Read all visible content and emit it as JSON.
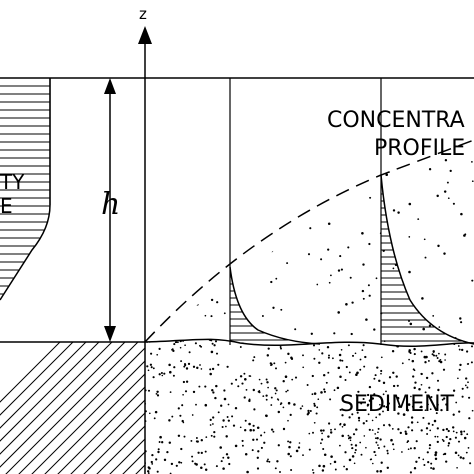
{
  "labels": {
    "z_axis": "z",
    "depth": "h",
    "velocity_line1": "TY",
    "velocity_line2": "E",
    "concentration_line1": "CONCENTRA",
    "concentration_line2": "PROFILE",
    "sediment": "SEDIMENT"
  },
  "colors": {
    "ink": "#000000",
    "background": "#ffffff"
  }
}
